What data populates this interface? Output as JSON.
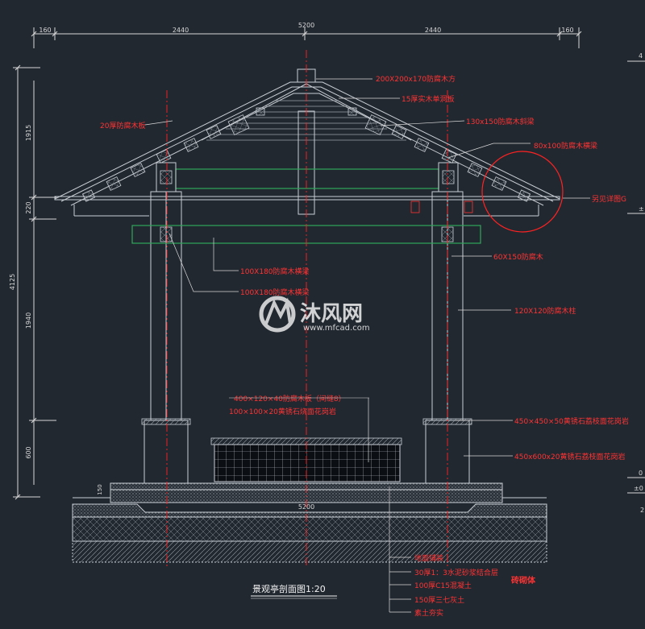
{
  "dimensions": {
    "top_total": "5200",
    "top_segments": [
      "160",
      "2440",
      "2440",
      "160"
    ],
    "left_total": "4125",
    "left_segments": [
      "1915",
      "220",
      "1940",
      "600"
    ],
    "step_height": "150",
    "slab_width": "5200"
  },
  "labels_right": [
    "200X200x170防腐木方",
    "15厚实木单洞板",
    "130x150防腐木斜梁",
    "80x100防腐木横梁",
    "另见详图G",
    "60X150防腐木",
    "120X120防腐木柱",
    "450×450×50黄锈石荔枝面花岗岩",
    "450x600x20黄锈石荔枝面花岗岩"
  ],
  "labels_left": [
    "20厚防腐木板",
    "100X180防腐木横梁",
    "100X180防腐木横梁"
  ],
  "bench_labels": [
    "400×120×40防腐木板（间缝8）",
    "100×100×20黄锈石烧面花岗岩"
  ],
  "layers": [
    "地面铺装",
    "30厚1：3水泥砂浆结合层",
    "100厚C15混凝土",
    "150厚三七灰土",
    "素土夯实"
  ],
  "brick_label": "砖砌体",
  "title": "景观亭剖面图1:20",
  "watermark": {
    "brand": "沐风网",
    "url": "www.mfcad.com"
  },
  "edge_marks": [
    "4",
    "±",
    "0",
    "±0",
    "2"
  ],
  "colors": {
    "background": "#212830",
    "line": "#c9ced4",
    "annotation": "#ff3333",
    "dimension": "#d8d8d8",
    "beam": "#2fa85a",
    "axis": "#ff2222"
  }
}
